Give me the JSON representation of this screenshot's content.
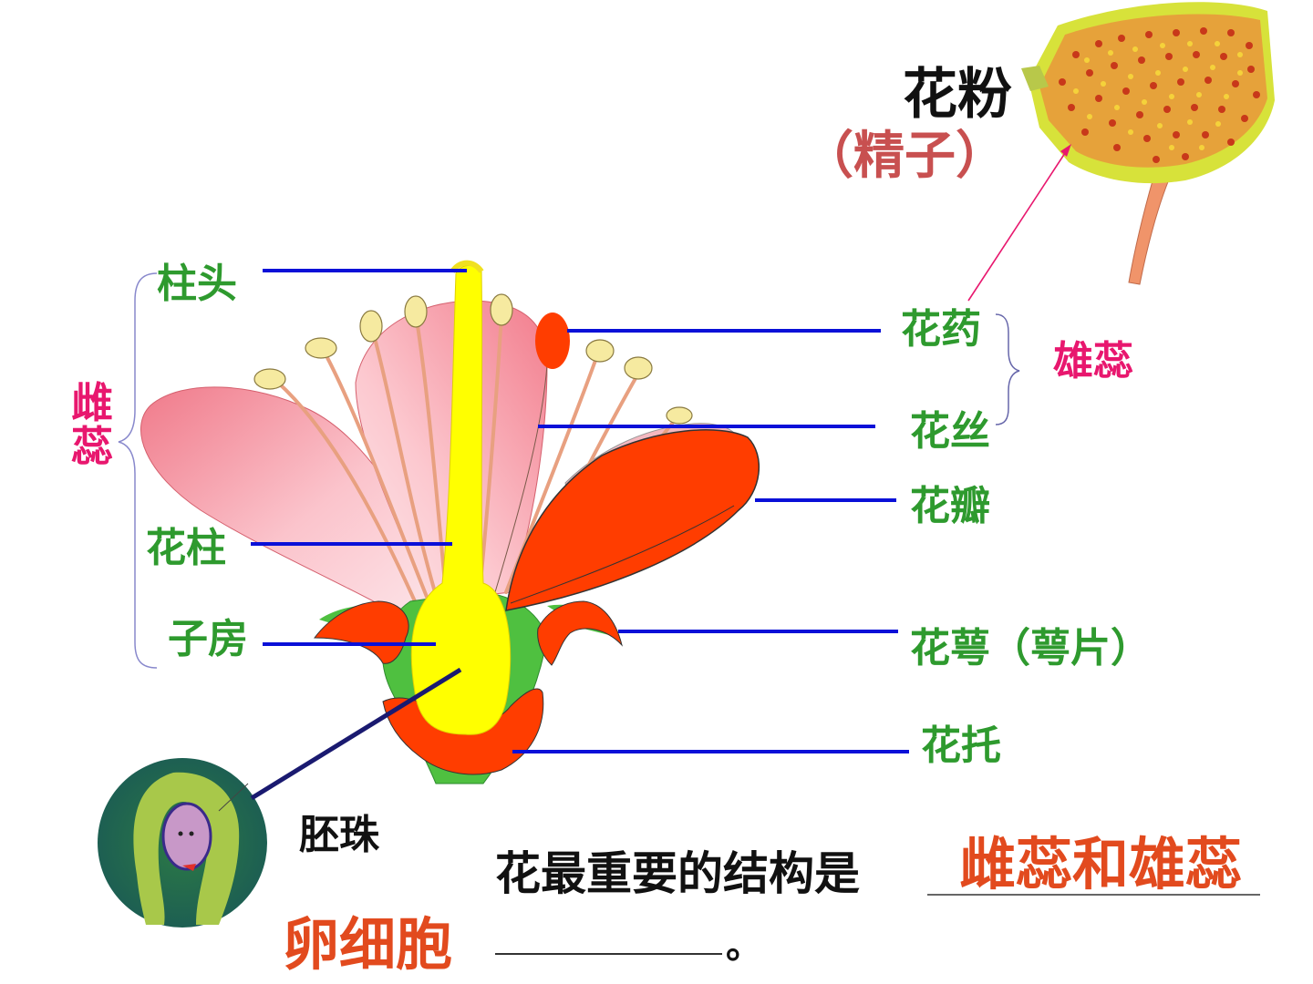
{
  "labels": {
    "pollen": "花粉",
    "sperm": "（精子）",
    "stigma": "柱头",
    "pistil": "雌蕊",
    "style": "花柱",
    "ovary": "子房",
    "anther": "花药",
    "stamen": "雄蕊",
    "filament": "花丝",
    "petal": "花瓣",
    "sepal": "花萼（萼片）",
    "receptacle": "花托",
    "ovule": "胚珠",
    "egg": "卵细胞"
  },
  "question": {
    "prefix": "花最重要的结构是",
    "answer": "雌蕊和雄蕊",
    "suffix": "。"
  },
  "colors": {
    "label_green": "#2e9a2e",
    "pistil_pink": "#e8176e",
    "leader_blue": "#0a10d8",
    "answer_red": "#e24a1e",
    "pistil_yellow": "#ffff00",
    "petal_red": "#ff3d00"
  }
}
